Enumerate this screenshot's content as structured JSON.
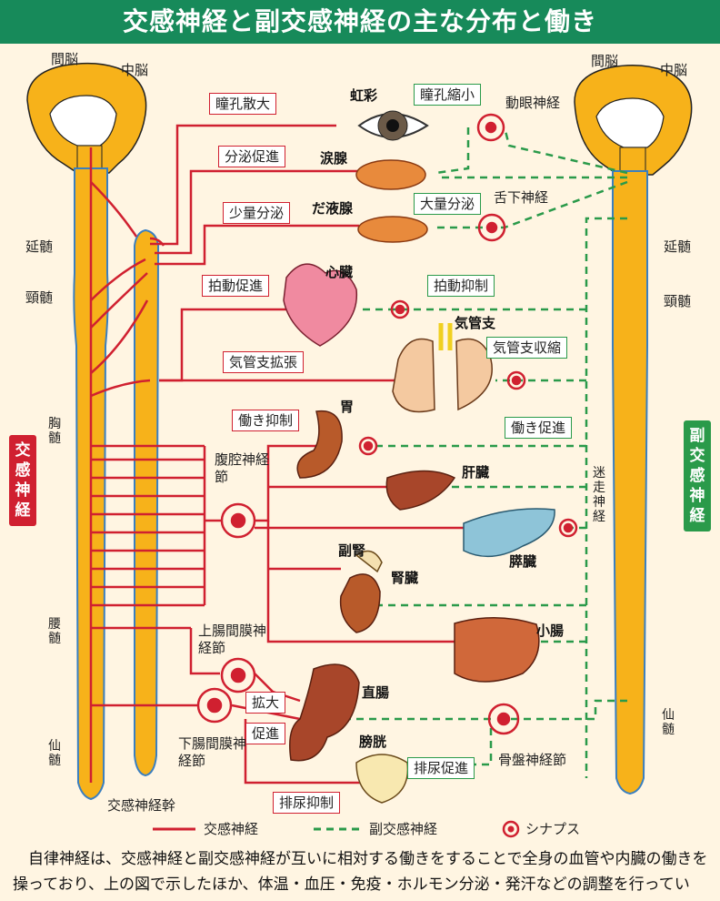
{
  "title": "交感神経と副交感神経の主な分布と働き",
  "left_brain": {
    "kanno": "間脳",
    "chuno": "中脳",
    "entsui": "延髄",
    "keizui": "頸髄",
    "kyozui": "胸髄",
    "yozui": "腰髄",
    "senzui": "仙髄",
    "trunk": "交感神経幹"
  },
  "right_brain": {
    "kanno": "間脳",
    "chuno": "中脳",
    "entsui": "延髄",
    "keizui": "頸髄",
    "senzui": "仙髄"
  },
  "side_tags": {
    "sympathetic": "交感神経",
    "parasympathetic": "副交感神経"
  },
  "ganglia": {
    "celiac": "腹腔神経節",
    "sup_mesenteric": "上腸間膜神経節",
    "inf_mesenteric": "下腸間膜神経節",
    "pelvic": "骨盤神経節"
  },
  "nerves": {
    "oculomotor": "動眼神経",
    "hypoglossal": "舌下神経",
    "vagus": "迷走神経"
  },
  "organs": {
    "iris": "虹彩",
    "lacrimal": "涙腺",
    "salivary": "だ液腺",
    "heart": "心臓",
    "bronchi": "気管支",
    "stomach": "胃",
    "liver": "肝臓",
    "pancreas": "膵臓",
    "adrenal": "副腎",
    "kidney": "腎臓",
    "small_intestine": "小腸",
    "rectum": "直腸",
    "bladder": "膀胱"
  },
  "effects_red": {
    "pupil_dilate": "瞳孔散大",
    "secretion_up": "分泌促進",
    "small_secretion": "少量分泌",
    "heart_up": "拍動促進",
    "bronchi_dilate": "気管支拡張",
    "gut_inhibit": "働き抑制",
    "dilate": "拡大",
    "promote": "促進",
    "urine_inhibit": "排尿抑制"
  },
  "effects_green": {
    "pupil_constrict": "瞳孔縮小",
    "large_secretion": "大量分泌",
    "heart_down": "拍動抑制",
    "bronchi_constrict": "気管支収縮",
    "gut_promote": "働き促進",
    "urine_promote": "排尿促進"
  },
  "legend": {
    "sympathetic": "交感神経",
    "parasympathetic": "副交感神経",
    "synapse": "シナプス"
  },
  "caption": "自律神経は、交感神経と副交感神経が互いに相対する働きをすることで全身の血管や内臓の働きを操っており、上の図で示したほか、体温・血圧・免疫・ホルモン分泌・発汗などの調整を行っている。",
  "colors": {
    "title_bg": "#178a5a",
    "sympathetic": "#d02030",
    "parasympathetic": "#2a9a4a",
    "spinal": "#f7b21a",
    "background": "#fff5e2"
  }
}
